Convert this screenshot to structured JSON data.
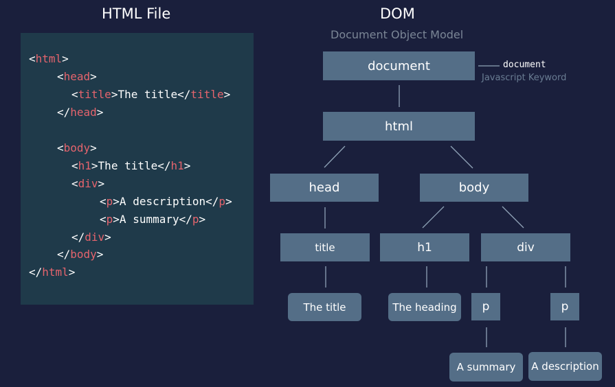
{
  "headings": {
    "html_file": "HTML File",
    "dom": "DOM",
    "dom_subtitle": "Document Object Model"
  },
  "code_lines": [
    [
      [
        "p",
        "<"
      ],
      [
        "t",
        "html"
      ],
      [
        "p",
        ">"
      ]
    ],
    [
      [
        "p",
        "<"
      ],
      [
        "t",
        "head"
      ],
      [
        "p",
        ">"
      ]
    ],
    [
      [
        "p",
        "<"
      ],
      [
        "t",
        "title"
      ],
      [
        "p",
        ">"
      ],
      [
        "x",
        "The title"
      ],
      [
        "p",
        "</"
      ],
      [
        "t",
        "title"
      ],
      [
        "p",
        ">"
      ]
    ],
    [
      [
        "p",
        "</"
      ],
      [
        "t",
        "head"
      ],
      [
        "p",
        ">"
      ]
    ],
    [
      [
        "p",
        "<"
      ],
      [
        "t",
        "body"
      ],
      [
        "p",
        ">"
      ]
    ],
    [
      [
        "p",
        "<"
      ],
      [
        "t",
        "h1"
      ],
      [
        "p",
        ">"
      ],
      [
        "x",
        "The title"
      ],
      [
        "p",
        "</"
      ],
      [
        "t",
        "h1"
      ],
      [
        "p",
        ">"
      ]
    ],
    [
      [
        "p",
        "<"
      ],
      [
        "t",
        "div"
      ],
      [
        "p",
        ">"
      ]
    ],
    [
      [
        "p",
        "<"
      ],
      [
        "t",
        "p"
      ],
      [
        "p",
        ">"
      ],
      [
        "x",
        "A description"
      ],
      [
        "p",
        "</"
      ],
      [
        "t",
        "p"
      ],
      [
        "p",
        ">"
      ]
    ],
    [
      [
        "p",
        "<"
      ],
      [
        "t",
        "p"
      ],
      [
        "p",
        ">"
      ],
      [
        "x",
        "A summary"
      ],
      [
        "p",
        "</"
      ],
      [
        "t",
        "p"
      ],
      [
        "p",
        ">"
      ]
    ],
    [
      [
        "p",
        "</"
      ],
      [
        "t",
        "div"
      ],
      [
        "p",
        ">"
      ]
    ],
    [
      [
        "p",
        "</"
      ],
      [
        "t",
        "body"
      ],
      [
        "p",
        ">"
      ]
    ],
    [
      [
        "p",
        "</"
      ],
      [
        "t",
        "html"
      ],
      [
        "p",
        ">"
      ]
    ]
  ],
  "tree": {
    "document": "document",
    "html": "html",
    "head": "head",
    "body": "body",
    "title": "title",
    "h1": "h1",
    "div": "div",
    "the_title": "The title",
    "the_heading": "The heading",
    "p1": "p",
    "p2": "p",
    "a_summary": "A summary",
    "a_description": "A description"
  },
  "annotation": {
    "keyword": "document",
    "caption": "Javascript Keyword"
  },
  "colors": {
    "background": "#1a1f3c",
    "code_panel": "#1f3a4a",
    "node": "#546e87",
    "tag": "#e5646d",
    "connector": "#8fa3b7"
  }
}
